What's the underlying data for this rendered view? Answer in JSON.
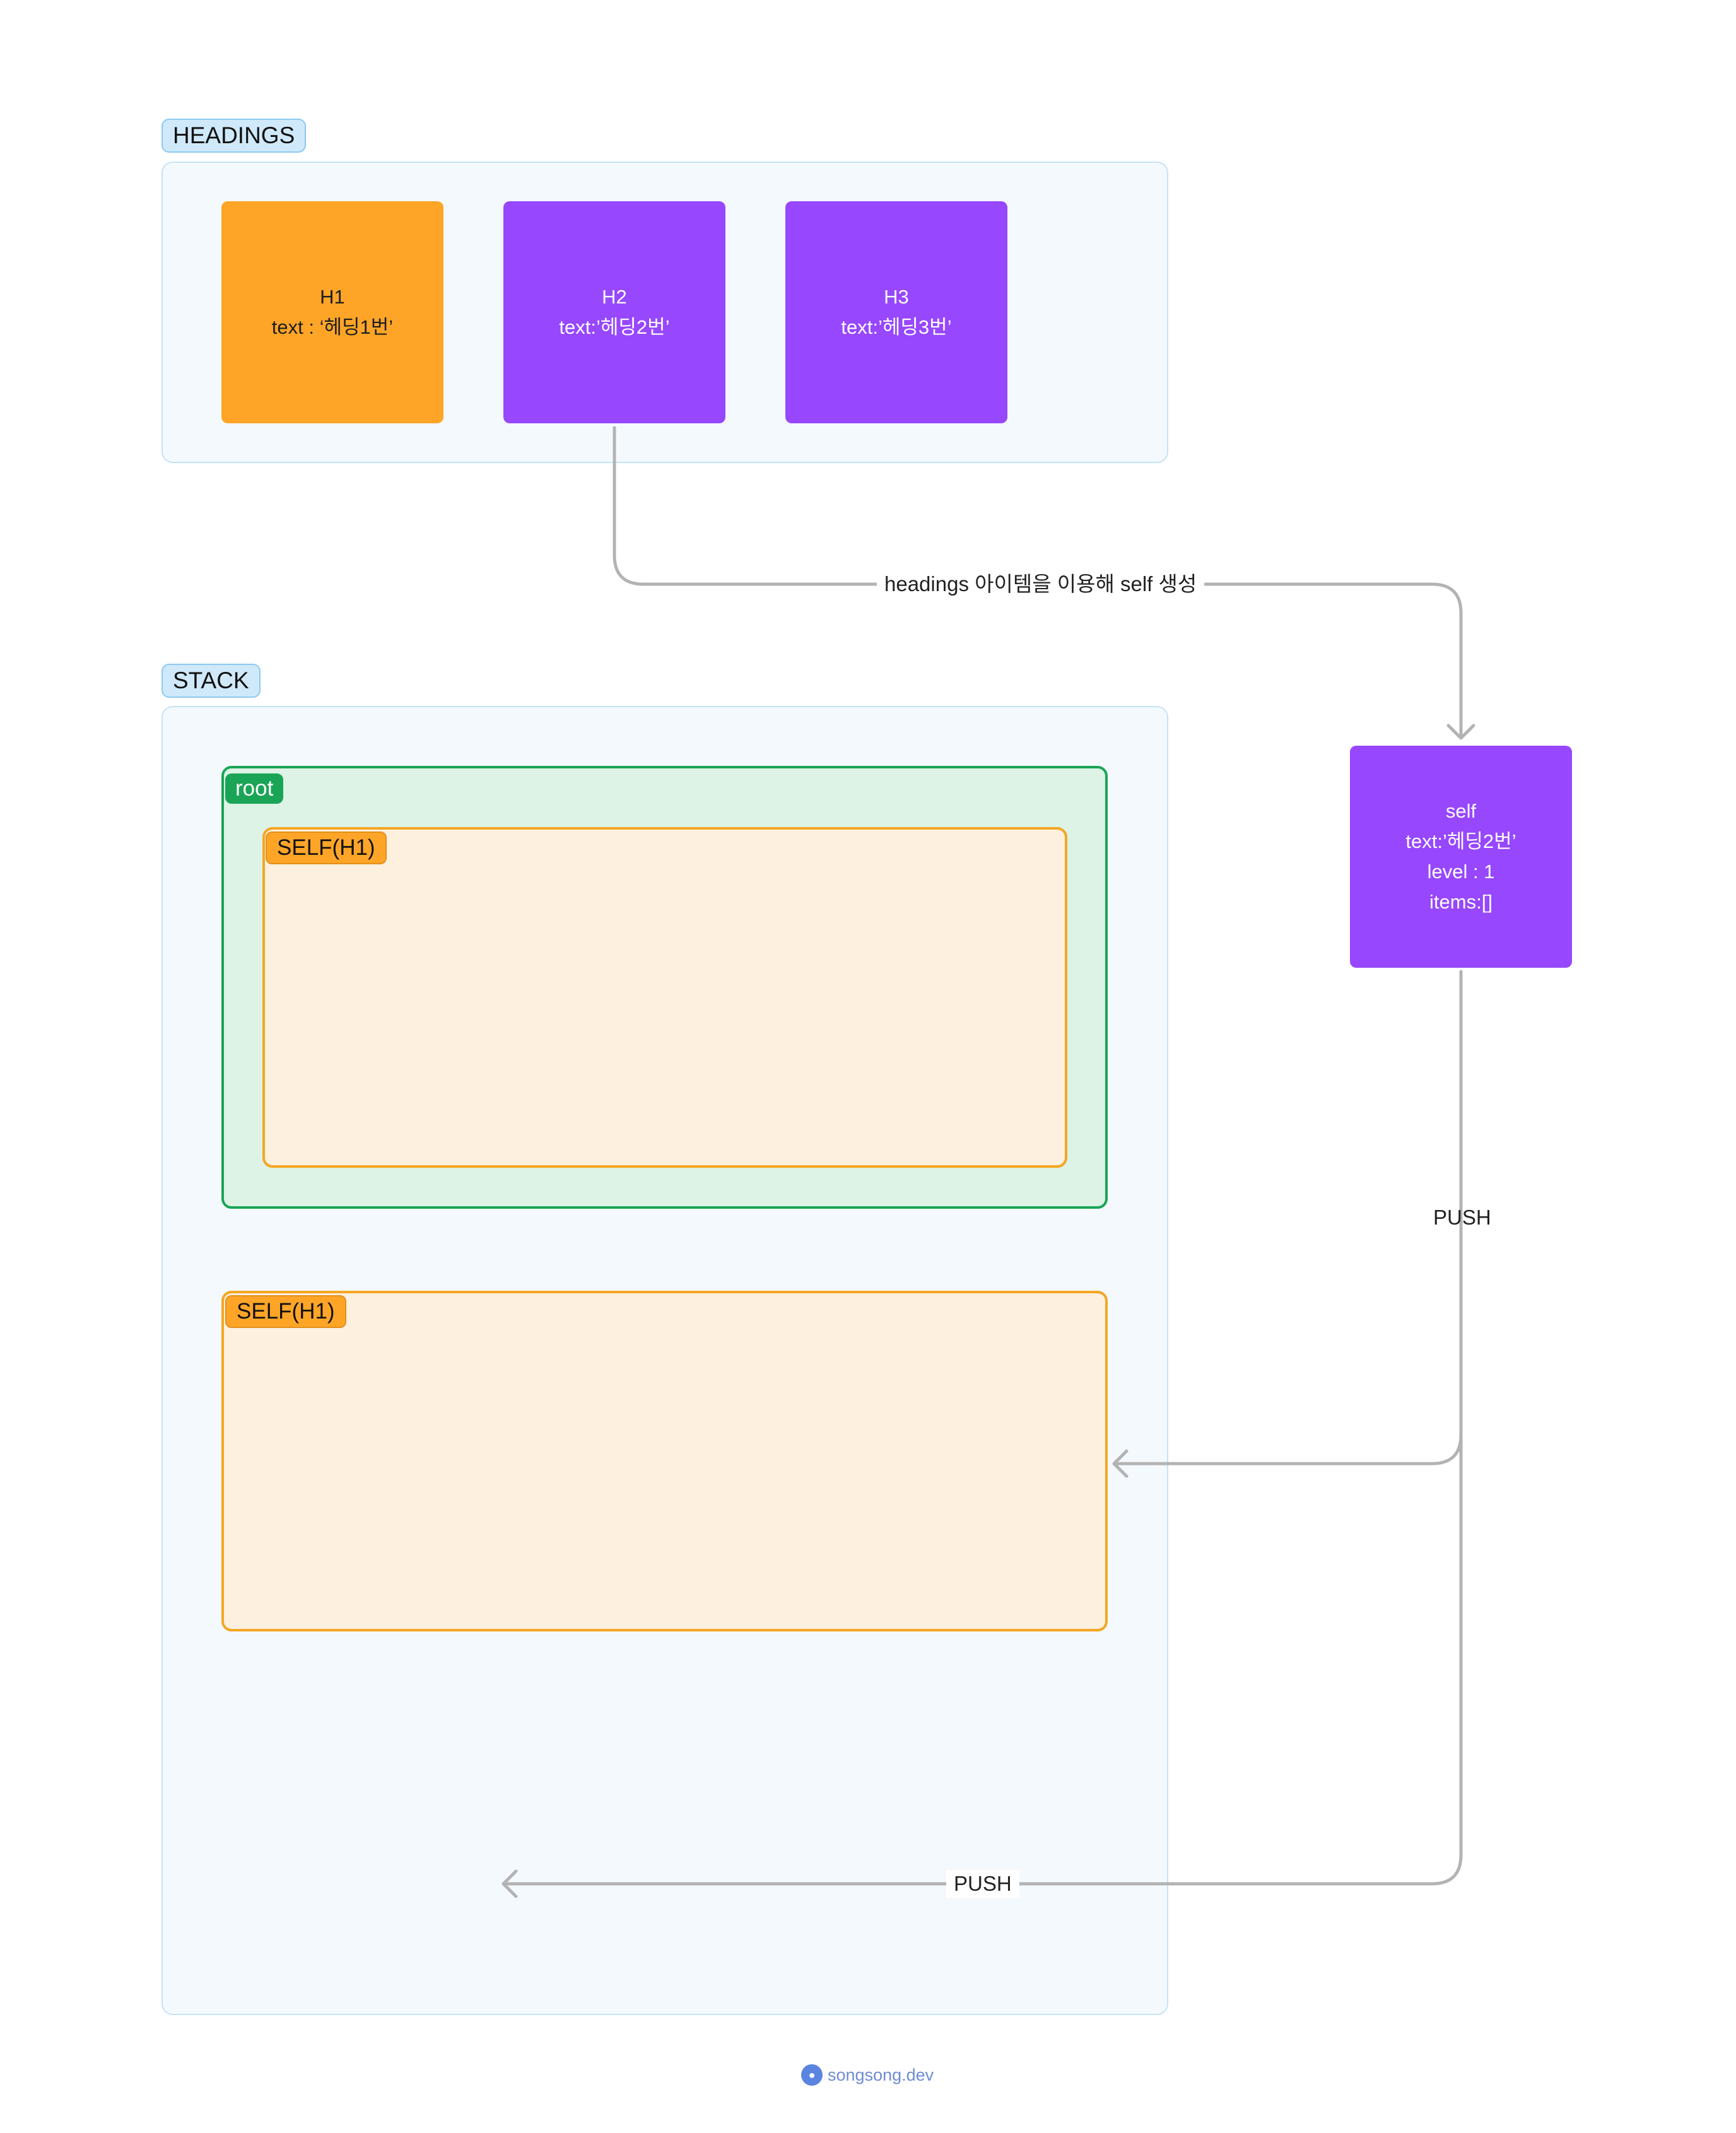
{
  "headings": {
    "tag": "HEADINGS",
    "items": [
      {
        "title": "H1",
        "text": "text : ‘헤딩1번’",
        "color": "#fea528"
      },
      {
        "title": "H2",
        "text": "text:’헤딩2번’",
        "color": "#9747fe"
      },
      {
        "title": "H3",
        "text": "text:’헤딩3번’",
        "color": "#9747fe"
      }
    ]
  },
  "edges": {
    "create_label": "headings 아이템을 이용해 self 생성",
    "push_label_1": "PUSH",
    "push_label_2": "PUSH"
  },
  "self_node": {
    "lines": [
      "self",
      "text:’헤딩2번’",
      "level : 1",
      "items:[]"
    ],
    "color": "#9747fe"
  },
  "stack": {
    "tag": "STACK",
    "root_tag": "root",
    "inner_self_tag": "SELF(H1)",
    "second_self_tag": "SELF(H1)"
  },
  "footer": {
    "text": "songsong.dev"
  },
  "colors": {
    "orange": "#fea528",
    "purple": "#9747fe",
    "green": "#1aa556",
    "panel_border": "#c5e3f6",
    "arrow": "#b3b3b3"
  }
}
